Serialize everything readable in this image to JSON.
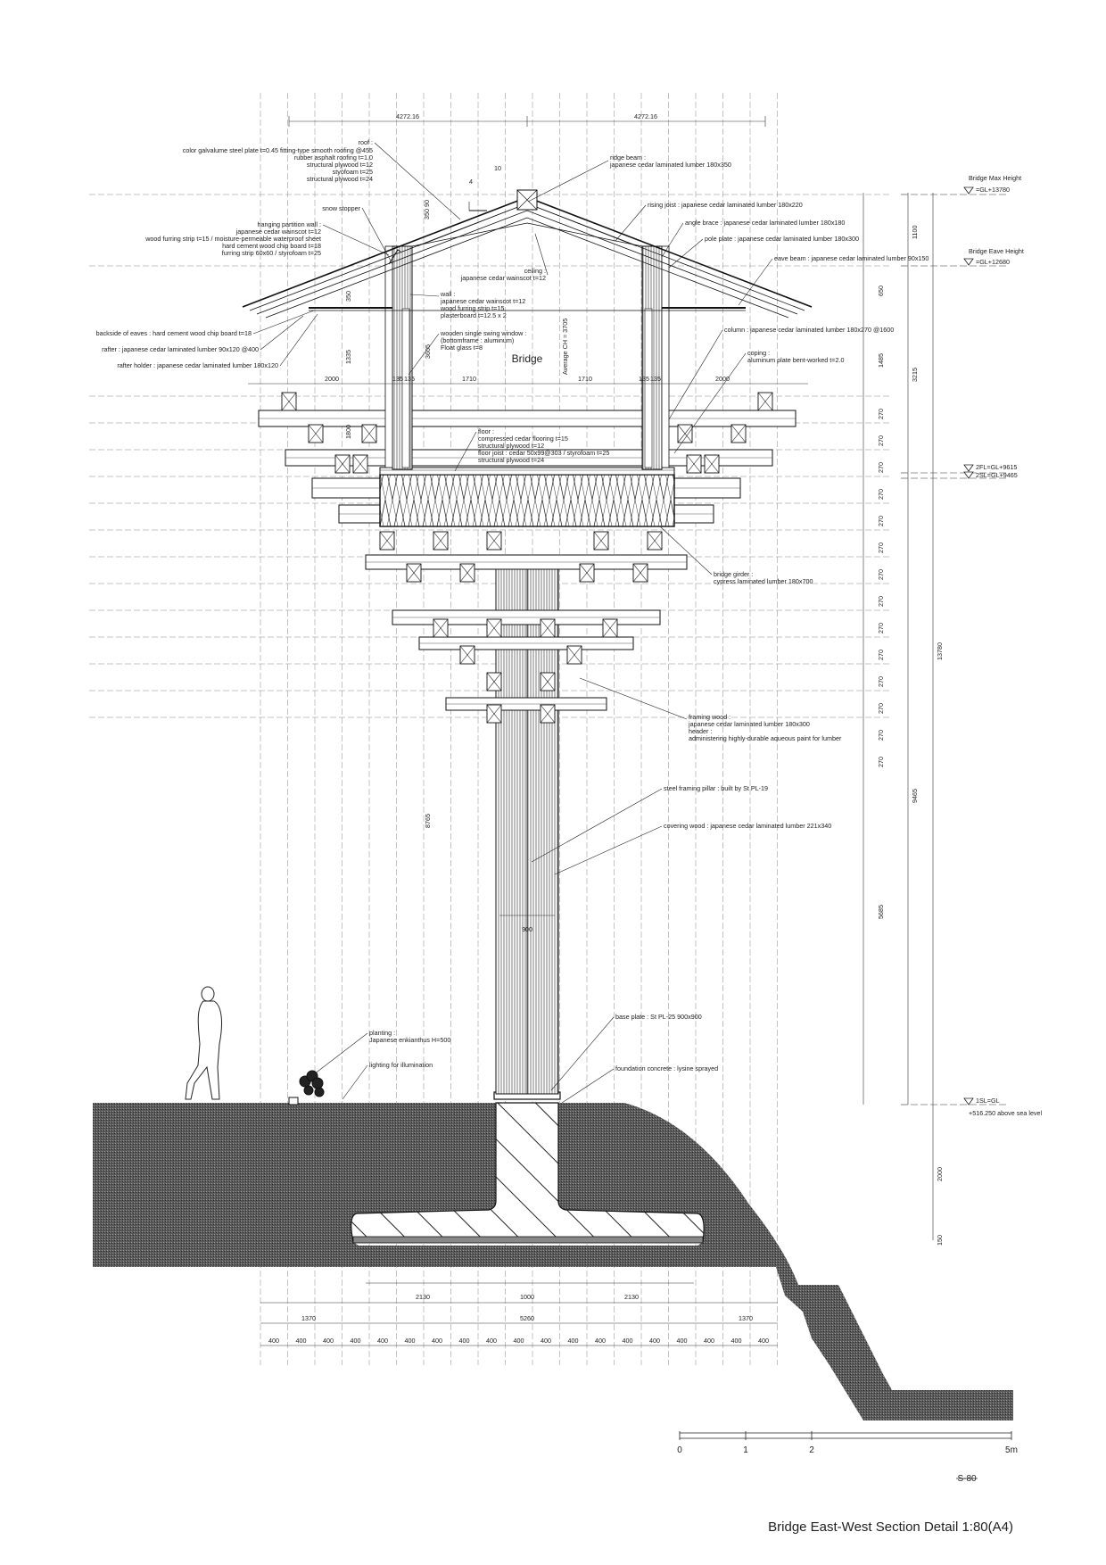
{
  "drawing": {
    "title": "Bridge East-West Section Detail 1:80(A4)",
    "sheet_no": "S-80",
    "space_label": "Bridge"
  },
  "scale_bar": {
    "labels": [
      "0",
      "1",
      "2",
      "5m"
    ]
  },
  "levels": {
    "max_height_title": "Bridge Max Height",
    "max_height_value": "=GL+13780",
    "eave_height_title": "Bridge Eave Height",
    "eave_height_value": "=GL+12680",
    "fl2": "2FL=GL+9615",
    "sl2": "2SL=GL+9465",
    "sl1": "1SL=GL",
    "sea_level": "+516.250 above sea level"
  },
  "dimensions": {
    "top": [
      "4272.16",
      "4272.16"
    ],
    "slope_run": "10",
    "slope_rise": "4",
    "roof_v": [
      "350",
      "90",
      "350"
    ],
    "avg_ch": "Average CH = 3705",
    "left_v": [
      "1335",
      "3605",
      "1800",
      "8765"
    ],
    "mid_row": [
      "2000",
      "135",
      "135",
      "1710",
      "1710",
      "135",
      "135",
      "2000"
    ],
    "right_inner": [
      "1100",
      "650",
      "1485",
      "270",
      "270",
      "270",
      "270",
      "270",
      "270",
      "270",
      "270",
      "270",
      "270",
      "270",
      "270",
      "270",
      "270",
      "5685"
    ],
    "right_outer": [
      "3215",
      "9465",
      "13780",
      "2000",
      "150"
    ],
    "pillar_w": "900",
    "bottom_row1": [
      "2130",
      "1000",
      "2130"
    ],
    "bottom_row2": [
      "1370",
      "5260",
      "1370"
    ],
    "bottom_row3": [
      "400",
      "400",
      "400",
      "400",
      "400",
      "400",
      "400",
      "400",
      "400",
      "400",
      "400",
      "400",
      "400",
      "400",
      "400",
      "400",
      "400",
      "400",
      "400"
    ]
  },
  "annotations": {
    "roof": [
      "roof :",
      "color galvalume steel plate t=0.45 fitting-type smooth roofing @455",
      "rubber asphalt roofing t=1.0",
      "structural plywood t=12",
      "styofoam t=25",
      "structural plywood t=24"
    ],
    "snow_stopper": "snow stopper",
    "partition": [
      "hanging partition wall :",
      "japanese cedar wainscot t=12",
      "wood furring strip t=15 / moisture-permeable waterproof sheet",
      "hard cement wood chip board t=18",
      "furring strip 60x60 / styrofoam t=25"
    ],
    "eaves": "backside of eaves : hard cement wood chip board t=18",
    "rafter": "rafter : japanese cedar laminated lumber 90x120 @400",
    "rafter_holder": "rafter holder : japanese cedar laminated lumber 180x120",
    "ridge_beam": [
      "ridge beam :",
      "japanese cedar laminated lumber 180x350"
    ],
    "rising_joist": "rising joist : japanese cedar laminated lumber 180x220",
    "angle_brace": "angle brace : japanese cedar laminated lumber 180x180",
    "pole_plate": "pole plate : japanese cedar laminated lumber 180x300",
    "eave_beam": "eave beam : japanese cedar laminated lumber 90x150",
    "ceiling": [
      "ceiling :",
      "japanese cedar wainscot t=12"
    ],
    "wall": [
      "wall :",
      "japanese cedar wainscot t=12",
      "wood furring strip t=15",
      "plasterboard t=12.5 x 2"
    ],
    "window": [
      "wooden single swing window :",
      "(bottomframe : aluminum)",
      "Float glass t=8"
    ],
    "column": "column : japanese cedar laminated lumber 180x270 @1600",
    "coping": [
      "coping :",
      "aluminum plate bent-worked t=2.0"
    ],
    "floor": [
      "floor :",
      "compressed cedar flooring t=15",
      "structural plywood t=12",
      "floor joist : cedar 50x99@303 / styrofoam t=25",
      "structural plywood t=24"
    ],
    "girder": [
      "bridge girder :",
      "cypress laminated lumber 180x700"
    ],
    "framing": [
      "framing wood :",
      "japanese cedar laminated lumber 180x300",
      "header :",
      "administering highly-durable aqueous paint for lumber"
    ],
    "steel_pillar": "steel framing pillar : built by St PL-19",
    "covering": "covering wood : japanese cedar laminated lumber 221x340",
    "base_plate": "base plate : St PL-25 900x900",
    "foundation": "foundation concrete : lysine sprayed",
    "planting": [
      "planting :",
      "Japanese enkianthus H=500"
    ],
    "lighting": "lighting for illumination"
  }
}
